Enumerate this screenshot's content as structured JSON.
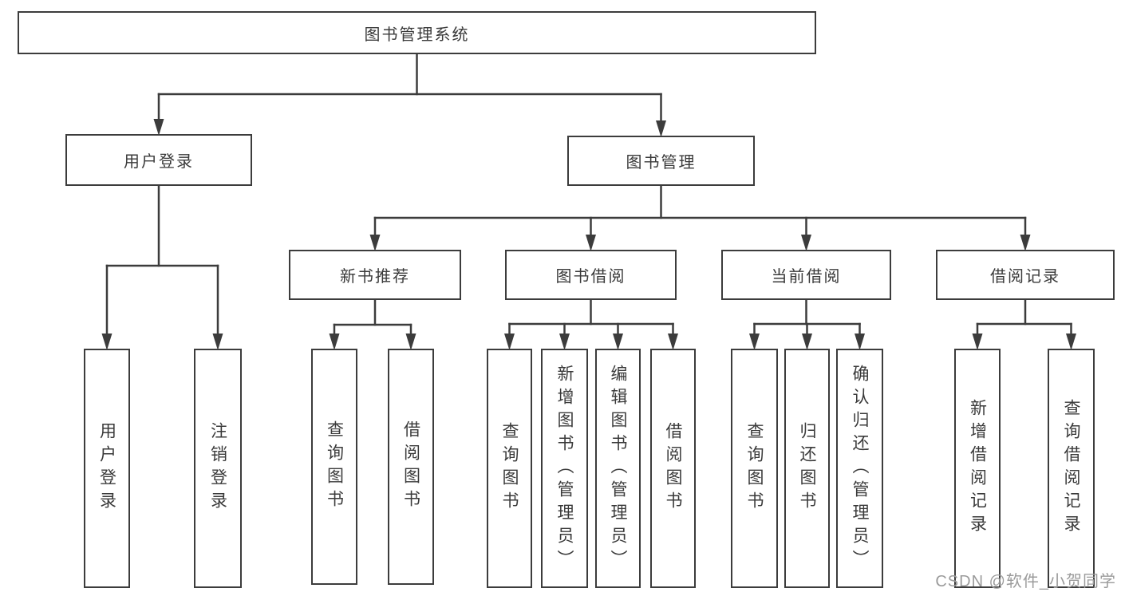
{
  "diagram_title": "图书管理系统",
  "nodes": [
    {
      "id": "root",
      "label": "图书管理系统",
      "parent": null,
      "orientation": "horizontal"
    },
    {
      "id": "user-login",
      "label": "用户登录",
      "parent": "root",
      "orientation": "horizontal"
    },
    {
      "id": "book-mgmt",
      "label": "图书管理",
      "parent": "root",
      "orientation": "horizontal"
    },
    {
      "id": "new-book-rec",
      "label": "新书推荐",
      "parent": "book-mgmt",
      "orientation": "horizontal"
    },
    {
      "id": "book-borrow",
      "label": "图书借阅",
      "parent": "book-mgmt",
      "orientation": "horizontal"
    },
    {
      "id": "current-borrow",
      "label": "当前借阅",
      "parent": "book-mgmt",
      "orientation": "horizontal"
    },
    {
      "id": "borrow-records",
      "label": "借阅记录",
      "parent": "book-mgmt",
      "orientation": "horizontal"
    },
    {
      "id": "leaf-user-login",
      "label": "用户登录",
      "parent": "user-login",
      "orientation": "vertical"
    },
    {
      "id": "leaf-logout",
      "label": "注销登录",
      "parent": "user-login",
      "orientation": "vertical"
    },
    {
      "id": "leaf-nb-query",
      "label": "查询图书",
      "parent": "new-book-rec",
      "orientation": "vertical"
    },
    {
      "id": "leaf-nb-borrow",
      "label": "借阅图书",
      "parent": "new-book-rec",
      "orientation": "vertical"
    },
    {
      "id": "leaf-bb-query",
      "label": "查询图书",
      "parent": "book-borrow",
      "orientation": "vertical"
    },
    {
      "id": "leaf-bb-add",
      "label": "新增图书（管理员）",
      "parent": "book-borrow",
      "orientation": "vertical"
    },
    {
      "id": "leaf-bb-edit",
      "label": "编辑图书（管理员）",
      "parent": "book-borrow",
      "orientation": "vertical"
    },
    {
      "id": "leaf-bb-borrow",
      "label": "借阅图书",
      "parent": "book-borrow",
      "orientation": "vertical"
    },
    {
      "id": "leaf-cb-query",
      "label": "查询图书",
      "parent": "current-borrow",
      "orientation": "vertical"
    },
    {
      "id": "leaf-cb-return",
      "label": "归还图书",
      "parent": "current-borrow",
      "orientation": "vertical"
    },
    {
      "id": "leaf-cb-confirm",
      "label": "确认归还（管理员）",
      "parent": "current-borrow",
      "orientation": "vertical"
    },
    {
      "id": "leaf-br-add",
      "label": "新增借阅记录",
      "parent": "borrow-records",
      "orientation": "vertical"
    },
    {
      "id": "leaf-br-query",
      "label": "查询借阅记录",
      "parent": "borrow-records",
      "orientation": "vertical"
    }
  ],
  "watermark": "CSDN @软件_小贺同学",
  "colors": {
    "line": "#3c3c3c",
    "box_border": "#3c3c3c",
    "text": "#3a3a3a",
    "watermark": "#9b9b9b",
    "background": "#ffffff"
  }
}
